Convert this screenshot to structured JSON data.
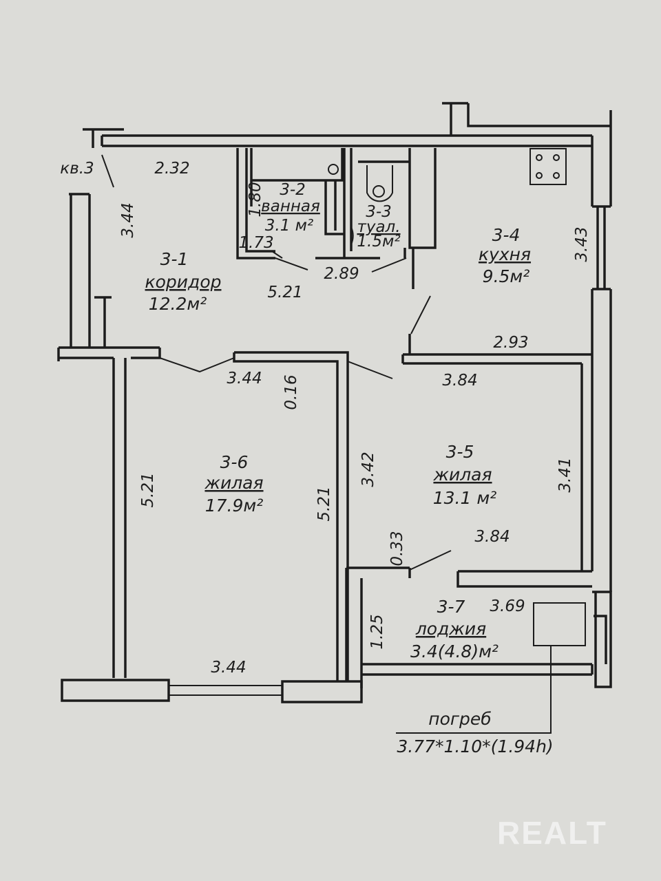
{
  "apartment_label": "кв.3",
  "rooms": [
    {
      "id": "3-1",
      "name": "коридор",
      "area": "12.2м²"
    },
    {
      "id": "3-2",
      "name": "ванная",
      "area": "3.1 м²"
    },
    {
      "id": "3-3",
      "name": "туал.",
      "area": "1.5м²"
    },
    {
      "id": "3-4",
      "name": "кухня",
      "area": "9.5м²"
    },
    {
      "id": "3-5",
      "name": "жилая",
      "area": "13.1 м²"
    },
    {
      "id": "3-6",
      "name": "жилая",
      "area": "17.9м²"
    },
    {
      "id": "3-7",
      "name": "лоджия",
      "area": "3.4(4.8)м²"
    }
  ],
  "dimensions": {
    "corridor_top": "2.32",
    "corridor_left": "3.44",
    "bath_height": "1.80",
    "bath_width": "1.73",
    "corridor_length": "5.21",
    "wc_width": "2.89",
    "kitchen_height": "3.43",
    "kitchen_width": "2.93",
    "bedroom_top": "3.44",
    "partition": "0.16",
    "living_top": "3.84",
    "bedroom_left": "5.21",
    "bedroom_right": "5.21",
    "living_left": "3.42",
    "living_right": "3.41",
    "niche": "0.33",
    "living_bottom": "3.84",
    "loggia_width": "3.69",
    "loggia_depth": "1.25",
    "bedroom_bottom": "3.44"
  },
  "cellar": {
    "label": "погреб",
    "size": "3.77*1.10*(1.94h)"
  },
  "watermark": "REALT"
}
